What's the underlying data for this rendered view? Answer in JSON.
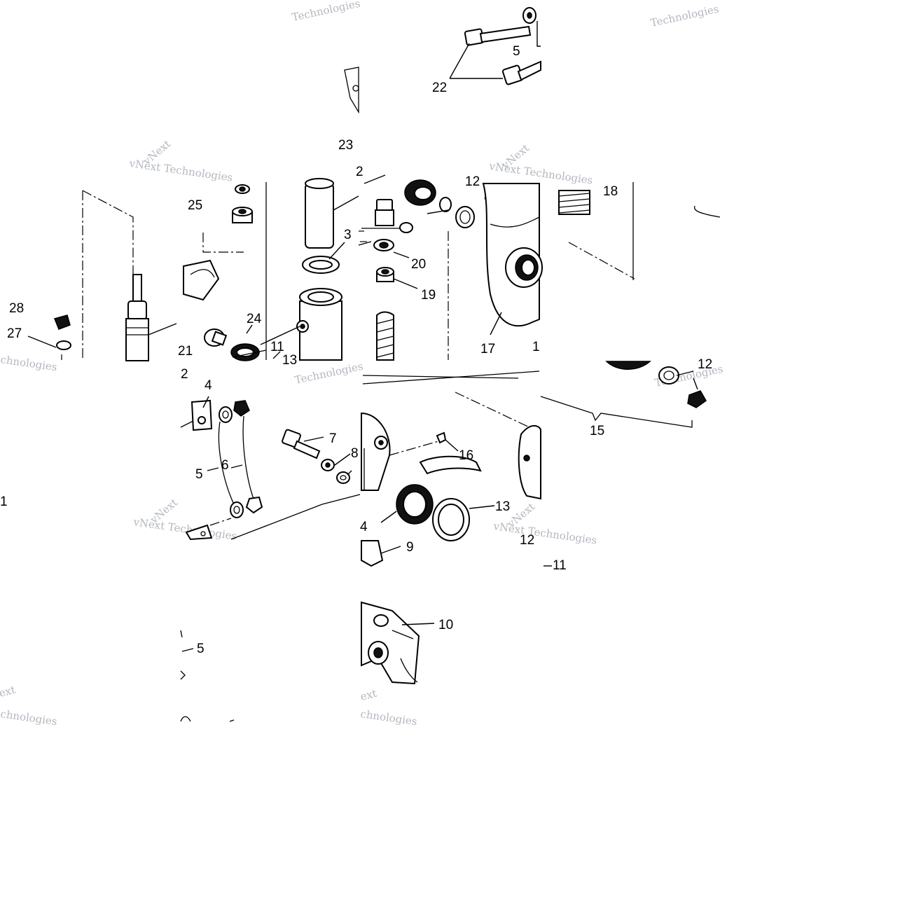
{
  "watermark": {
    "brand_top": "Technologies",
    "brand_vnext": "vNext Technologies",
    "brand_next": "vNext",
    "brand_text": "ext",
    "brand_chnologies": "chnologies"
  },
  "callouts": [
    {
      "id": "c22",
      "text": "22"
    },
    {
      "id": "c5a",
      "text": "5"
    },
    {
      "id": "c23",
      "text": "23"
    },
    {
      "id": "c25",
      "text": "25"
    },
    {
      "id": "c3",
      "text": "3"
    },
    {
      "id": "c2a",
      "text": "2"
    },
    {
      "id": "c12a",
      "text": "12"
    },
    {
      "id": "c18",
      "text": "18"
    },
    {
      "id": "c20",
      "text": "20"
    },
    {
      "id": "c19",
      "text": "19"
    },
    {
      "id": "c24",
      "text": "24"
    },
    {
      "id": "c11a",
      "text": "11"
    },
    {
      "id": "c13a",
      "text": "13"
    },
    {
      "id": "c28",
      "text": "28"
    },
    {
      "id": "c27",
      "text": "27"
    },
    {
      "id": "c21",
      "text": "21"
    },
    {
      "id": "c17",
      "text": "17"
    },
    {
      "id": "c1a",
      "text": "1"
    },
    {
      "id": "c4a",
      "text": "4"
    },
    {
      "id": "c2b",
      "text": "2"
    },
    {
      "id": "c7",
      "text": "7"
    },
    {
      "id": "c8",
      "text": "8"
    },
    {
      "id": "c16",
      "text": "16"
    },
    {
      "id": "c5b",
      "text": "5"
    },
    {
      "id": "c6",
      "text": "6"
    },
    {
      "id": "c12b",
      "text": "12"
    },
    {
      "id": "c15",
      "text": "15"
    },
    {
      "id": "c1b",
      "text": "1"
    },
    {
      "id": "c4b",
      "text": "4"
    },
    {
      "id": "c13b",
      "text": "13"
    },
    {
      "id": "c12c",
      "text": "12"
    },
    {
      "id": "c9",
      "text": "9"
    },
    {
      "id": "c11b",
      "text": "11"
    },
    {
      "id": "c10",
      "text": "10"
    },
    {
      "id": "c5c",
      "text": "5"
    }
  ],
  "colors": {
    "ink": "#000000",
    "paper": "#ffffff",
    "watermark": "#9aa0aa"
  }
}
